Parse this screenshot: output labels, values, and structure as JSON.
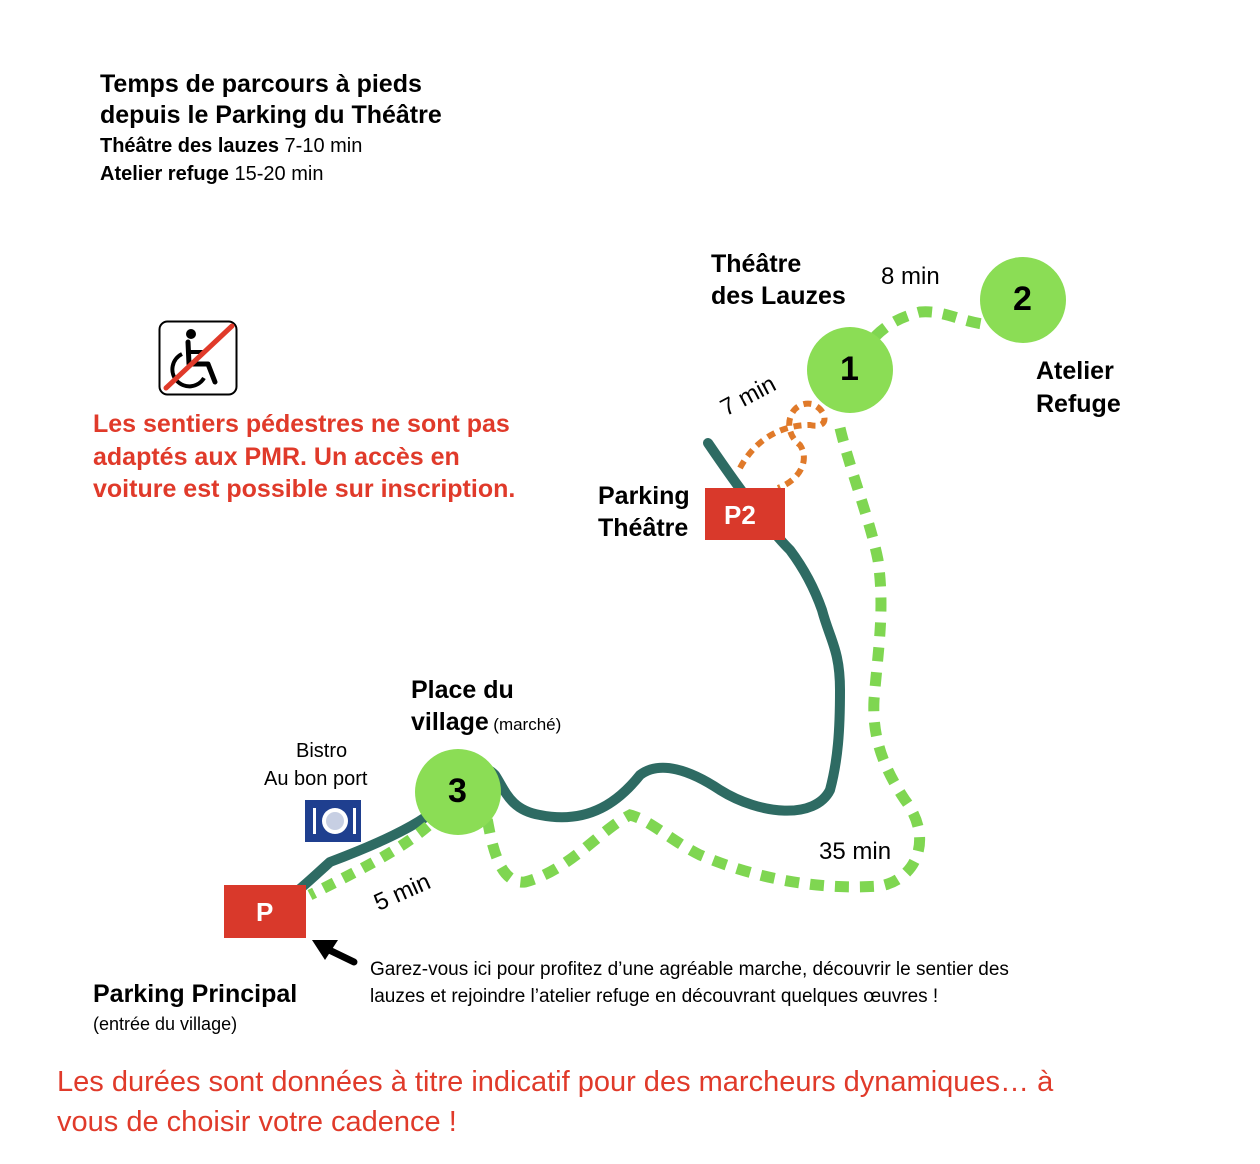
{
  "header": {
    "title_line1": "Temps de parcours à pieds",
    "title_line2": "depuis le Parking du Théâtre",
    "row1_place": "Théâtre des lauzes",
    "row1_time": "7-10 min",
    "row2_place": "Atelier refuge",
    "row2_time": "15-20 min"
  },
  "warning": {
    "line1": "Les sentiers pédestres ne sont pas",
    "line2": "adaptés aux PMR. Un accès en",
    "line3": "voiture est possible sur inscription."
  },
  "places": {
    "theatre_line1": "Théâtre",
    "theatre_line2": "des Lauzes",
    "atelier_line1": "Atelier",
    "atelier_line2": "Refuge",
    "place_line1": "Place du",
    "place_line2": "village",
    "place_note": "(marché)",
    "bistro_line1": "Bistro",
    "bistro_line2": "Au bon port",
    "parking_theatre_line1": "Parking",
    "parking_theatre_line2": "Théâtre",
    "parking_principal": "Parking Principal",
    "parking_principal_note": "(entrée du village)"
  },
  "markers": {
    "m1": "1",
    "m2": "2",
    "m3": "3",
    "p2": "P2",
    "p": "P"
  },
  "durations": {
    "d8": "8 min",
    "d7": "7 min",
    "d35": "35 min",
    "d5": "5 min"
  },
  "note": {
    "line1": "Garez-vous ici pour profitez d’une agréable marche, découvrir le sentier des",
    "line2": "lauzes et rejoindre l’atelier refuge en découvrant quelques œuvres !"
  },
  "footer": {
    "line1": "Les durées sont données à titre indicatif pour des marcheurs dynamiques… à",
    "line2": "vous de choisir votre cadence !"
  },
  "colors": {
    "marker_green": "#8bdd55",
    "dotted_green": "#7fd651",
    "road_teal": "#2e6b63",
    "parking_red": "#d9392b",
    "dotted_orange": "#e07a2a",
    "text_red": "#e03a2a",
    "restaurant_blue": "#1f3f8f"
  },
  "icons": {
    "no_wheelchair": "no-wheelchair-icon",
    "restaurant": "restaurant-plate-icon",
    "pointer": "pointer-arrow-icon"
  }
}
